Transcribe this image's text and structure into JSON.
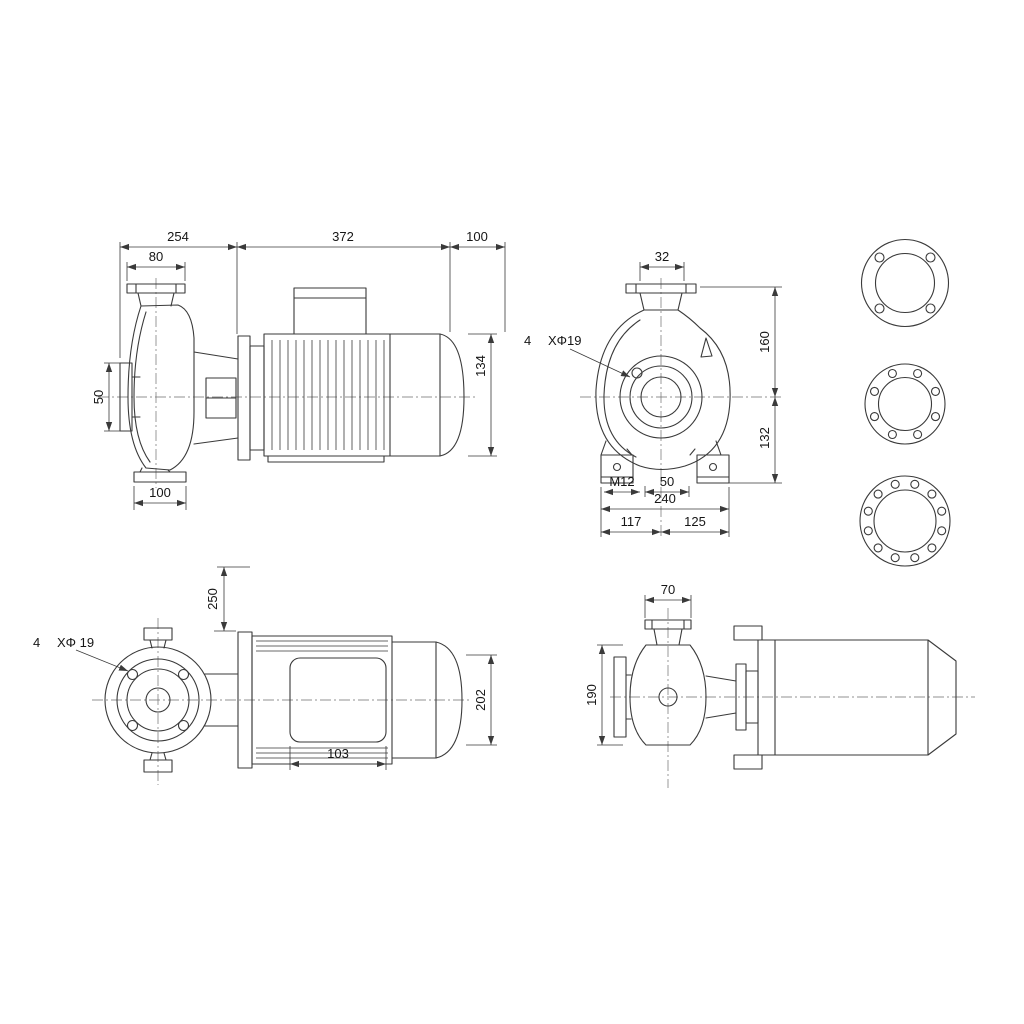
{
  "side_view": {
    "pump_length": "254",
    "motor_length": "372",
    "rear_clearance": "100",
    "discharge_flange_width": "80",
    "suction_flange_width": "50",
    "motor_height": "134",
    "foot_width": "100"
  },
  "front_view": {
    "port_width": "32",
    "bolt_count": "4",
    "bolt_spec": "XΦ19",
    "upper_height": "160",
    "lower_height": "132",
    "thread": "M12",
    "bolt_offset": "50",
    "base_span": "240",
    "span_left": "117",
    "span_right": "125"
  },
  "plan_view": {
    "clearance": "250",
    "bolt_count": "4",
    "bolt_spec": "XΦ 19",
    "motor_width": "202",
    "frame_length": "103"
  },
  "base_view": {
    "port_width": "70",
    "base_height": "190"
  }
}
